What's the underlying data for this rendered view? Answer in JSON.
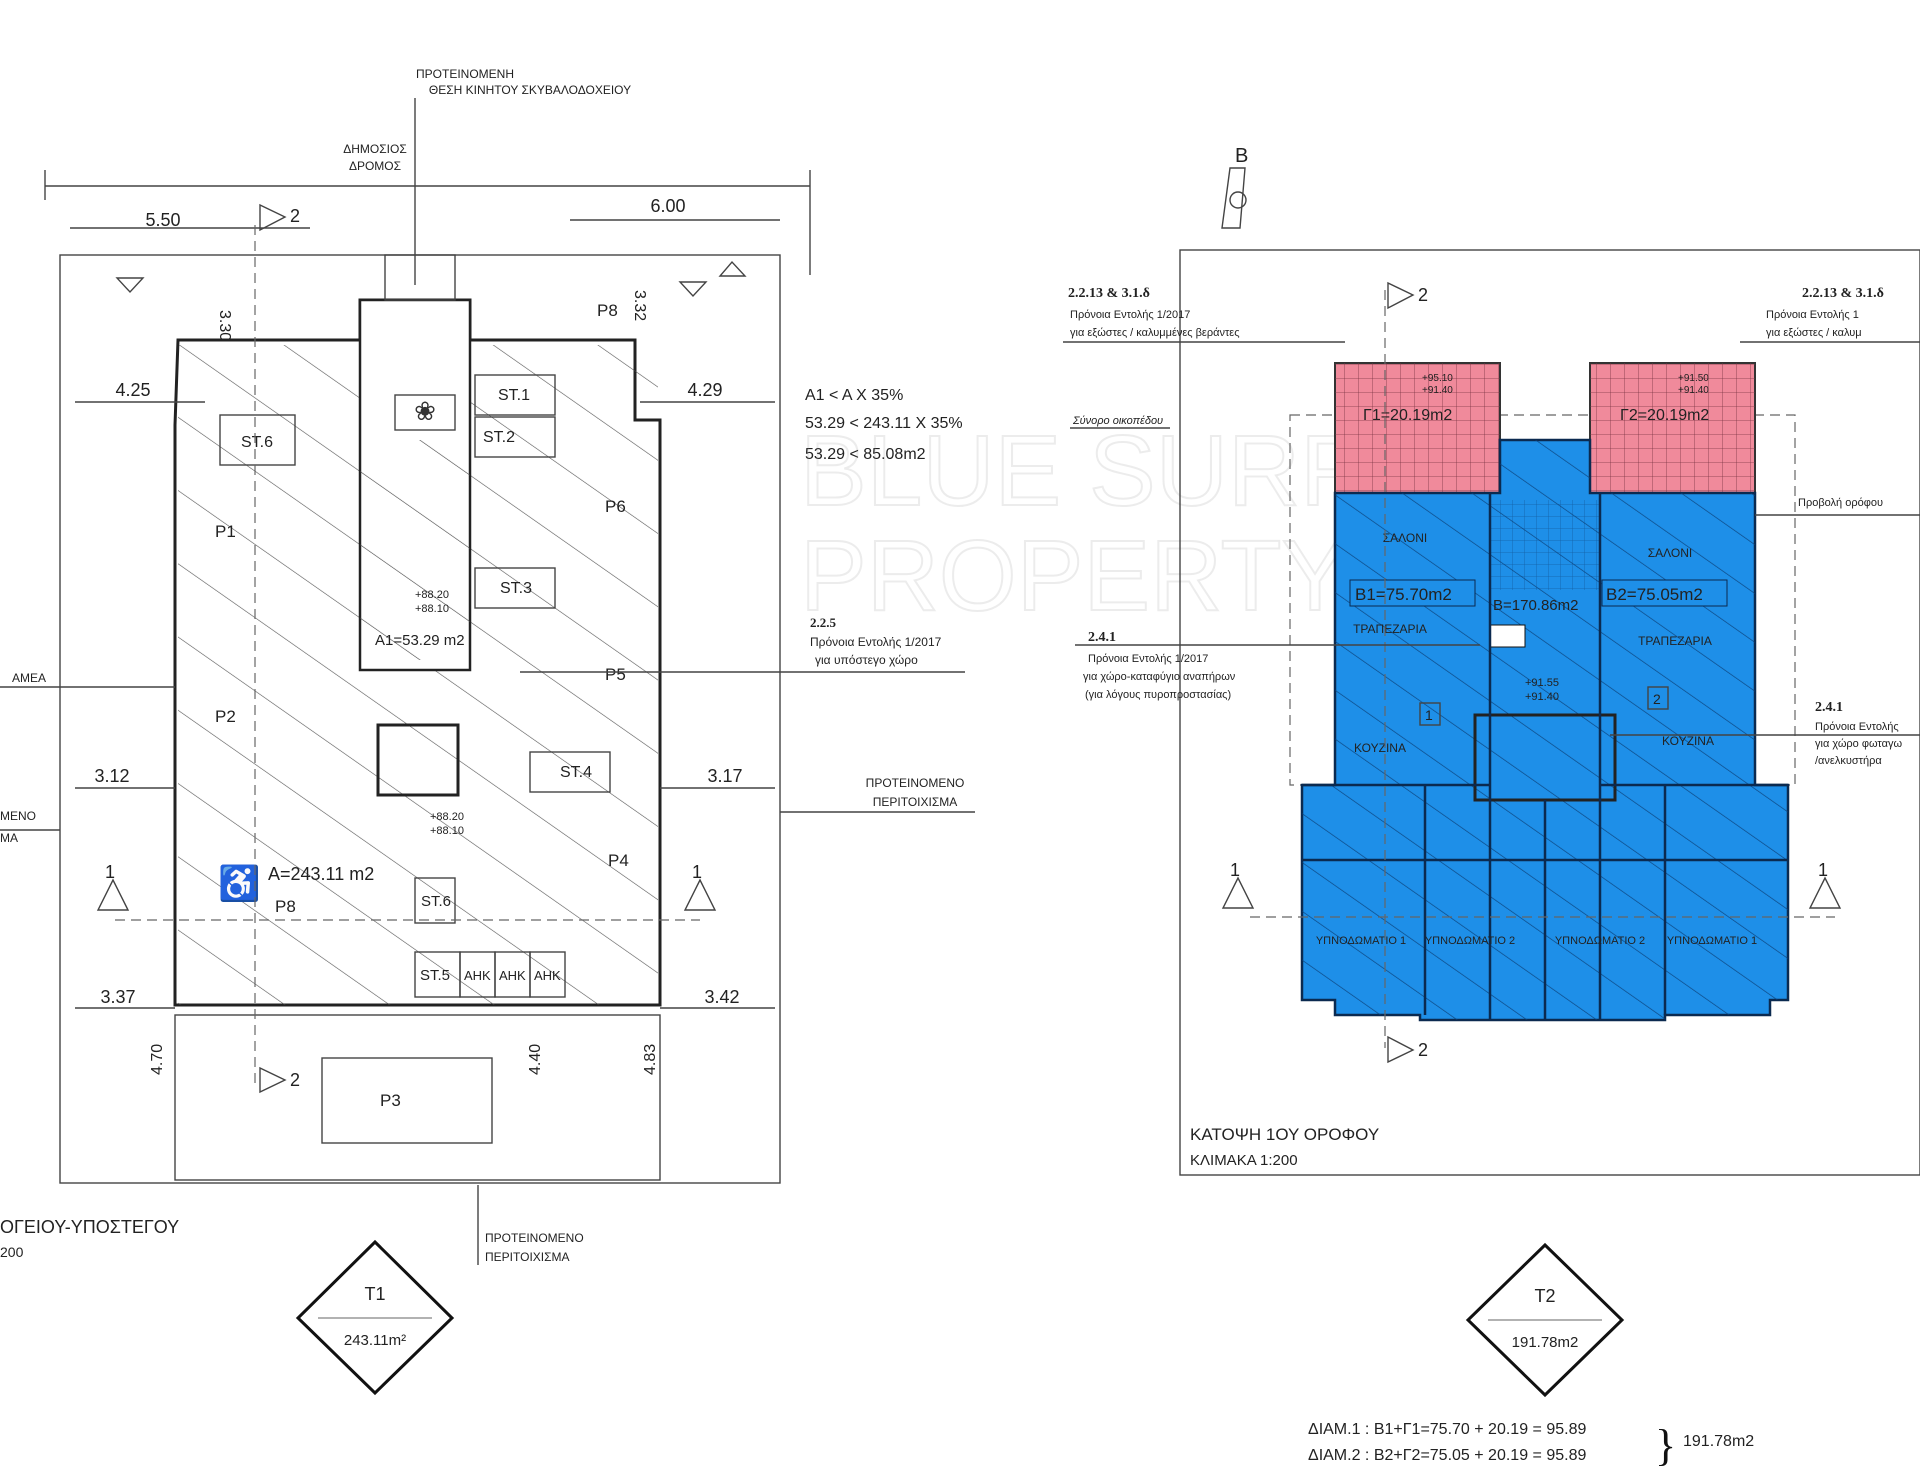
{
  "left_plan": {
    "top_note_line1": "ΠΡΟΤΕΙΝΟΜΕΝΗ",
    "top_note_line2": "ΘΕΣΗ ΚΙΝΗΤΟΥ ΣΚΥΒΑΛΟΔΟΧΕΙΟΥ",
    "road_line1": "ΔΗΜΟΣΙΟΣ",
    "road_line2": "ΔΡΟΜΟΣ",
    "dim_top_left": "5.50",
    "dim_top_right": "6.00",
    "dim_330": "3.30",
    "dim_332": "3.32",
    "dim_425": "4.25",
    "dim_429": "4.29",
    "dim_312": "3.12",
    "dim_317": "3.17",
    "dim_337": "3.37",
    "dim_342": "3.42",
    "dim_470": "4.70",
    "dim_440": "4.40",
    "dim_483": "4.83",
    "formula_1": "A1  <  A X 35%",
    "formula_2": "53.29  <  243.11 X 35%",
    "formula_3": "53.29  <  85.08m2",
    "ref_225": "2.2.5",
    "ref_225_line1": "Πρόνοια Εντολής 1/2017",
    "ref_225_line2": "για υπόστεγο χώρο",
    "fence_right_line1": "ΠΡΟΤΕΙΝΟΜΕΝΟ",
    "fence_right_line2": "ΠΕΡΙΤΟΙΧΙΣΜΑ",
    "fence_bottom_line1": "ΠΡΟΤΕΙΝΟΜΕΝΟ",
    "fence_bottom_line2": "ΠΕΡΙΤΟΙΧΙΣΜΑ",
    "left_cut_amea": "ΑΜΕΑ",
    "left_cut_meno": "ΜΕΝΟ",
    "left_cut_ma": "ΜΑ",
    "area_total": "A=243.11 m2",
    "area_a1": "A1=53.29 m2",
    "elev_1a": "+88.20",
    "elev_1b": "+88.10",
    "elev_2a": "+88.20",
    "elev_2b": "+88.10",
    "parking": [
      "P1",
      "P2",
      "P3",
      "P4",
      "P5",
      "P6",
      "P8",
      "P8"
    ],
    "storage": [
      "ST.1",
      "ST.2",
      "ST.3",
      "ST.4",
      "ST.5",
      "ST.6",
      "ST.6"
    ],
    "ahk": [
      "AHK",
      "AHK",
      "AHK"
    ],
    "section_1": "1",
    "section_2": "2",
    "title_line1": "ΟΓΕΙΟΥ-ΥΠΟΣΤΕΓΟΥ",
    "title_line2": "200",
    "tag_code": "T1",
    "tag_area": "243.11m²"
  },
  "right_plan": {
    "north_label": "B",
    "ref_left_code": "2.2.13 & 3.1.δ",
    "ref_left_line1": "Πρόνοια Εντολής 1/2017",
    "ref_left_line2": "για εξώστες / καλυμμένες βεράντες",
    "ref_right_code": "2.2.13 & 3.1.δ",
    "ref_right_line1": "Πρόνοια Εντολής 1",
    "ref_right_line2": "για εξώστες / καλυμ",
    "boundary_label": "Σύνορο οικοπέδου",
    "projection_label": "Προβολή ορόφου",
    "ref_241_left_code": "2.4.1",
    "ref_241_left_line1": "Πρόνοια Εντολής 1/2017",
    "ref_241_left_line2": "για χώρο-καταφύγιο αναπήρων",
    "ref_241_left_line3": "(για λόγους πυροπροστασίας)",
    "ref_241_right_code": "2.4.1",
    "ref_241_right_line1": "Πρόνοια Εντολής",
    "ref_241_right_line2": "για χώρο φωταγω",
    "ref_241_right_line3": "/ανελκυστήρα",
    "balcony_1": "Γ1=20.19m2",
    "balcony_2": "Γ2=20.19m2",
    "balcony_1_elev": "+95.10",
    "balcony_1_elev2": "+91.40",
    "balcony_2_elev": "+91.50",
    "balcony_2_elev2": "+91.40",
    "flat_1": "B1=75.70m2",
    "flat_2": "B2=75.05m2",
    "common": "B=170.86m2",
    "core_elev_a": "+91.55",
    "core_elev_b": "+91.40",
    "salon": "ΣΑΛΟΝΙ",
    "dining": "ΤΡΑΠΕΖΑΡΙΑ",
    "kitchen": "ΚΟΥΖΙΝΑ",
    "bedroom_1": "ΥΠΝΟΔΩΜΑΤΙΟ 1",
    "bedroom_2": "ΥΠΝΟΔΩΜΑΤΙΟ 2",
    "flat_no_1": "1",
    "flat_no_2": "2",
    "title_line1": "ΚΑΤΟΨΗ 1ΟΥ ΟΡΟΦΟΥ",
    "title_line2": "ΚΛΙΜΑΚΑ 1:200",
    "tag_code": "T2",
    "tag_area": "191.78m2",
    "sum_1": "ΔΙΑΜ.1 : Β1+Γ1=75.70 + 20.19 = 95.89",
    "sum_2": "ΔΙΑΜ.2 : Β2+Γ2=75.05 + 20.19 = 95.89",
    "sum_total": "191.78m2"
  },
  "watermark_line1": "BLUE SURF",
  "watermark_line2": "PROPERTY",
  "colors": {
    "balcony": "#f08a9b",
    "flat": "#1e8fe8",
    "line": "#333333"
  }
}
